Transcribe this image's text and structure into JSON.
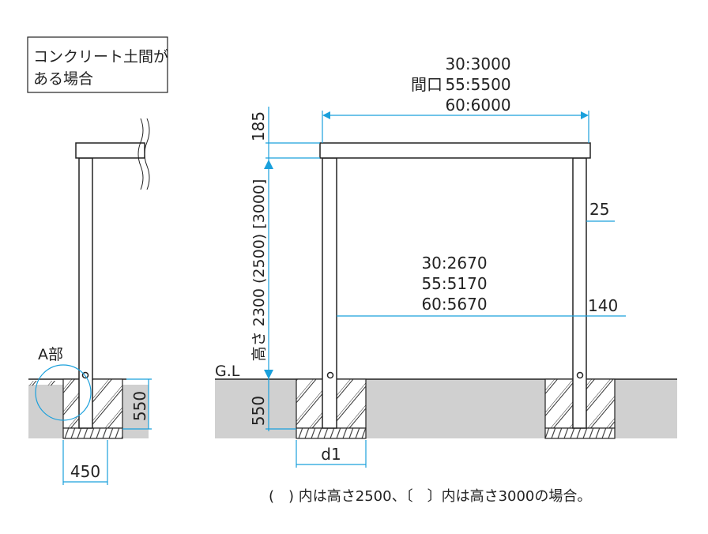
{
  "note_box": {
    "line1": "コンクリート土間が",
    "line2": "ある場合"
  },
  "detail_label": "A部",
  "left_dims": {
    "depth": "550",
    "width": "450"
  },
  "frontage": {
    "label": "間口",
    "values": [
      "30:3000",
      "55:5500",
      "60:6000"
    ]
  },
  "inner_width": {
    "values": [
      "30:2670",
      "55:5170",
      "60:5670"
    ]
  },
  "beam_height": "185",
  "height_label": "高さ 2300 (2500) [3000]",
  "foundation_depth": "550",
  "ground_level": "G.L",
  "post_size": "25",
  "post_offset": "140",
  "footing_width": "d1",
  "footnote": "(　) 内は高さ2500、〔　〕内は高さ3000の場合。",
  "colors": {
    "dimension": "#1aa0dc",
    "ground": "#d0d0d0"
  }
}
